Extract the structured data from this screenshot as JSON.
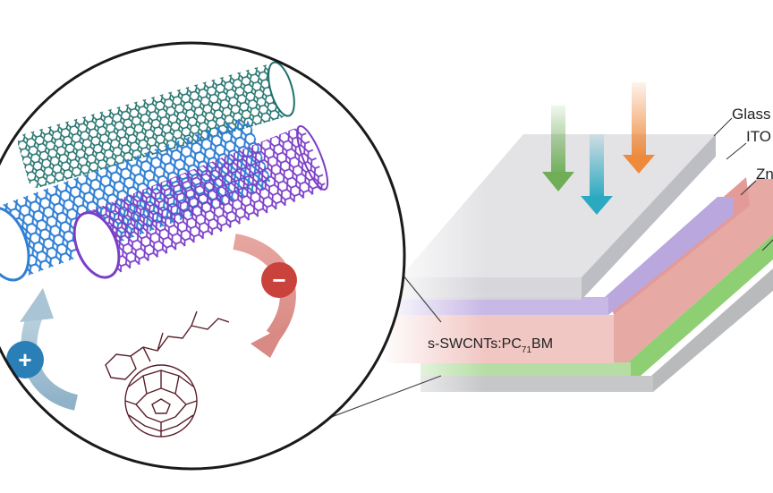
{
  "device": {
    "layers": {
      "glass": "Glass",
      "ito": "ITO",
      "zno_partial": "Zn",
      "active_prefix": "s-SWCNTs:PC",
      "active_sub": "71",
      "active_suffix": "BM"
    },
    "colors": {
      "glass": "#c9c9cf",
      "ito": "#b9a7dd",
      "zno": "#e6a9a4",
      "active": "#f1c7c3",
      "green": "#8fcf74",
      "substrate": "#b8babc"
    }
  },
  "magnifier": {
    "charges": {
      "hole_symbol": "+",
      "electron_symbol": "−"
    },
    "colors": {
      "hole": "#2a7fb6",
      "electron": "#c9433c",
      "nanotube_teal": "#1f6f6b",
      "nanotube_blue": "#2f7fd3",
      "nanotube_purple": "#7a3ec7",
      "fullerene": "#5a1f2a"
    }
  },
  "light_arrows": {
    "colors": [
      "#6fae57",
      "#2aa9c1",
      "#ee8a3c"
    ]
  }
}
